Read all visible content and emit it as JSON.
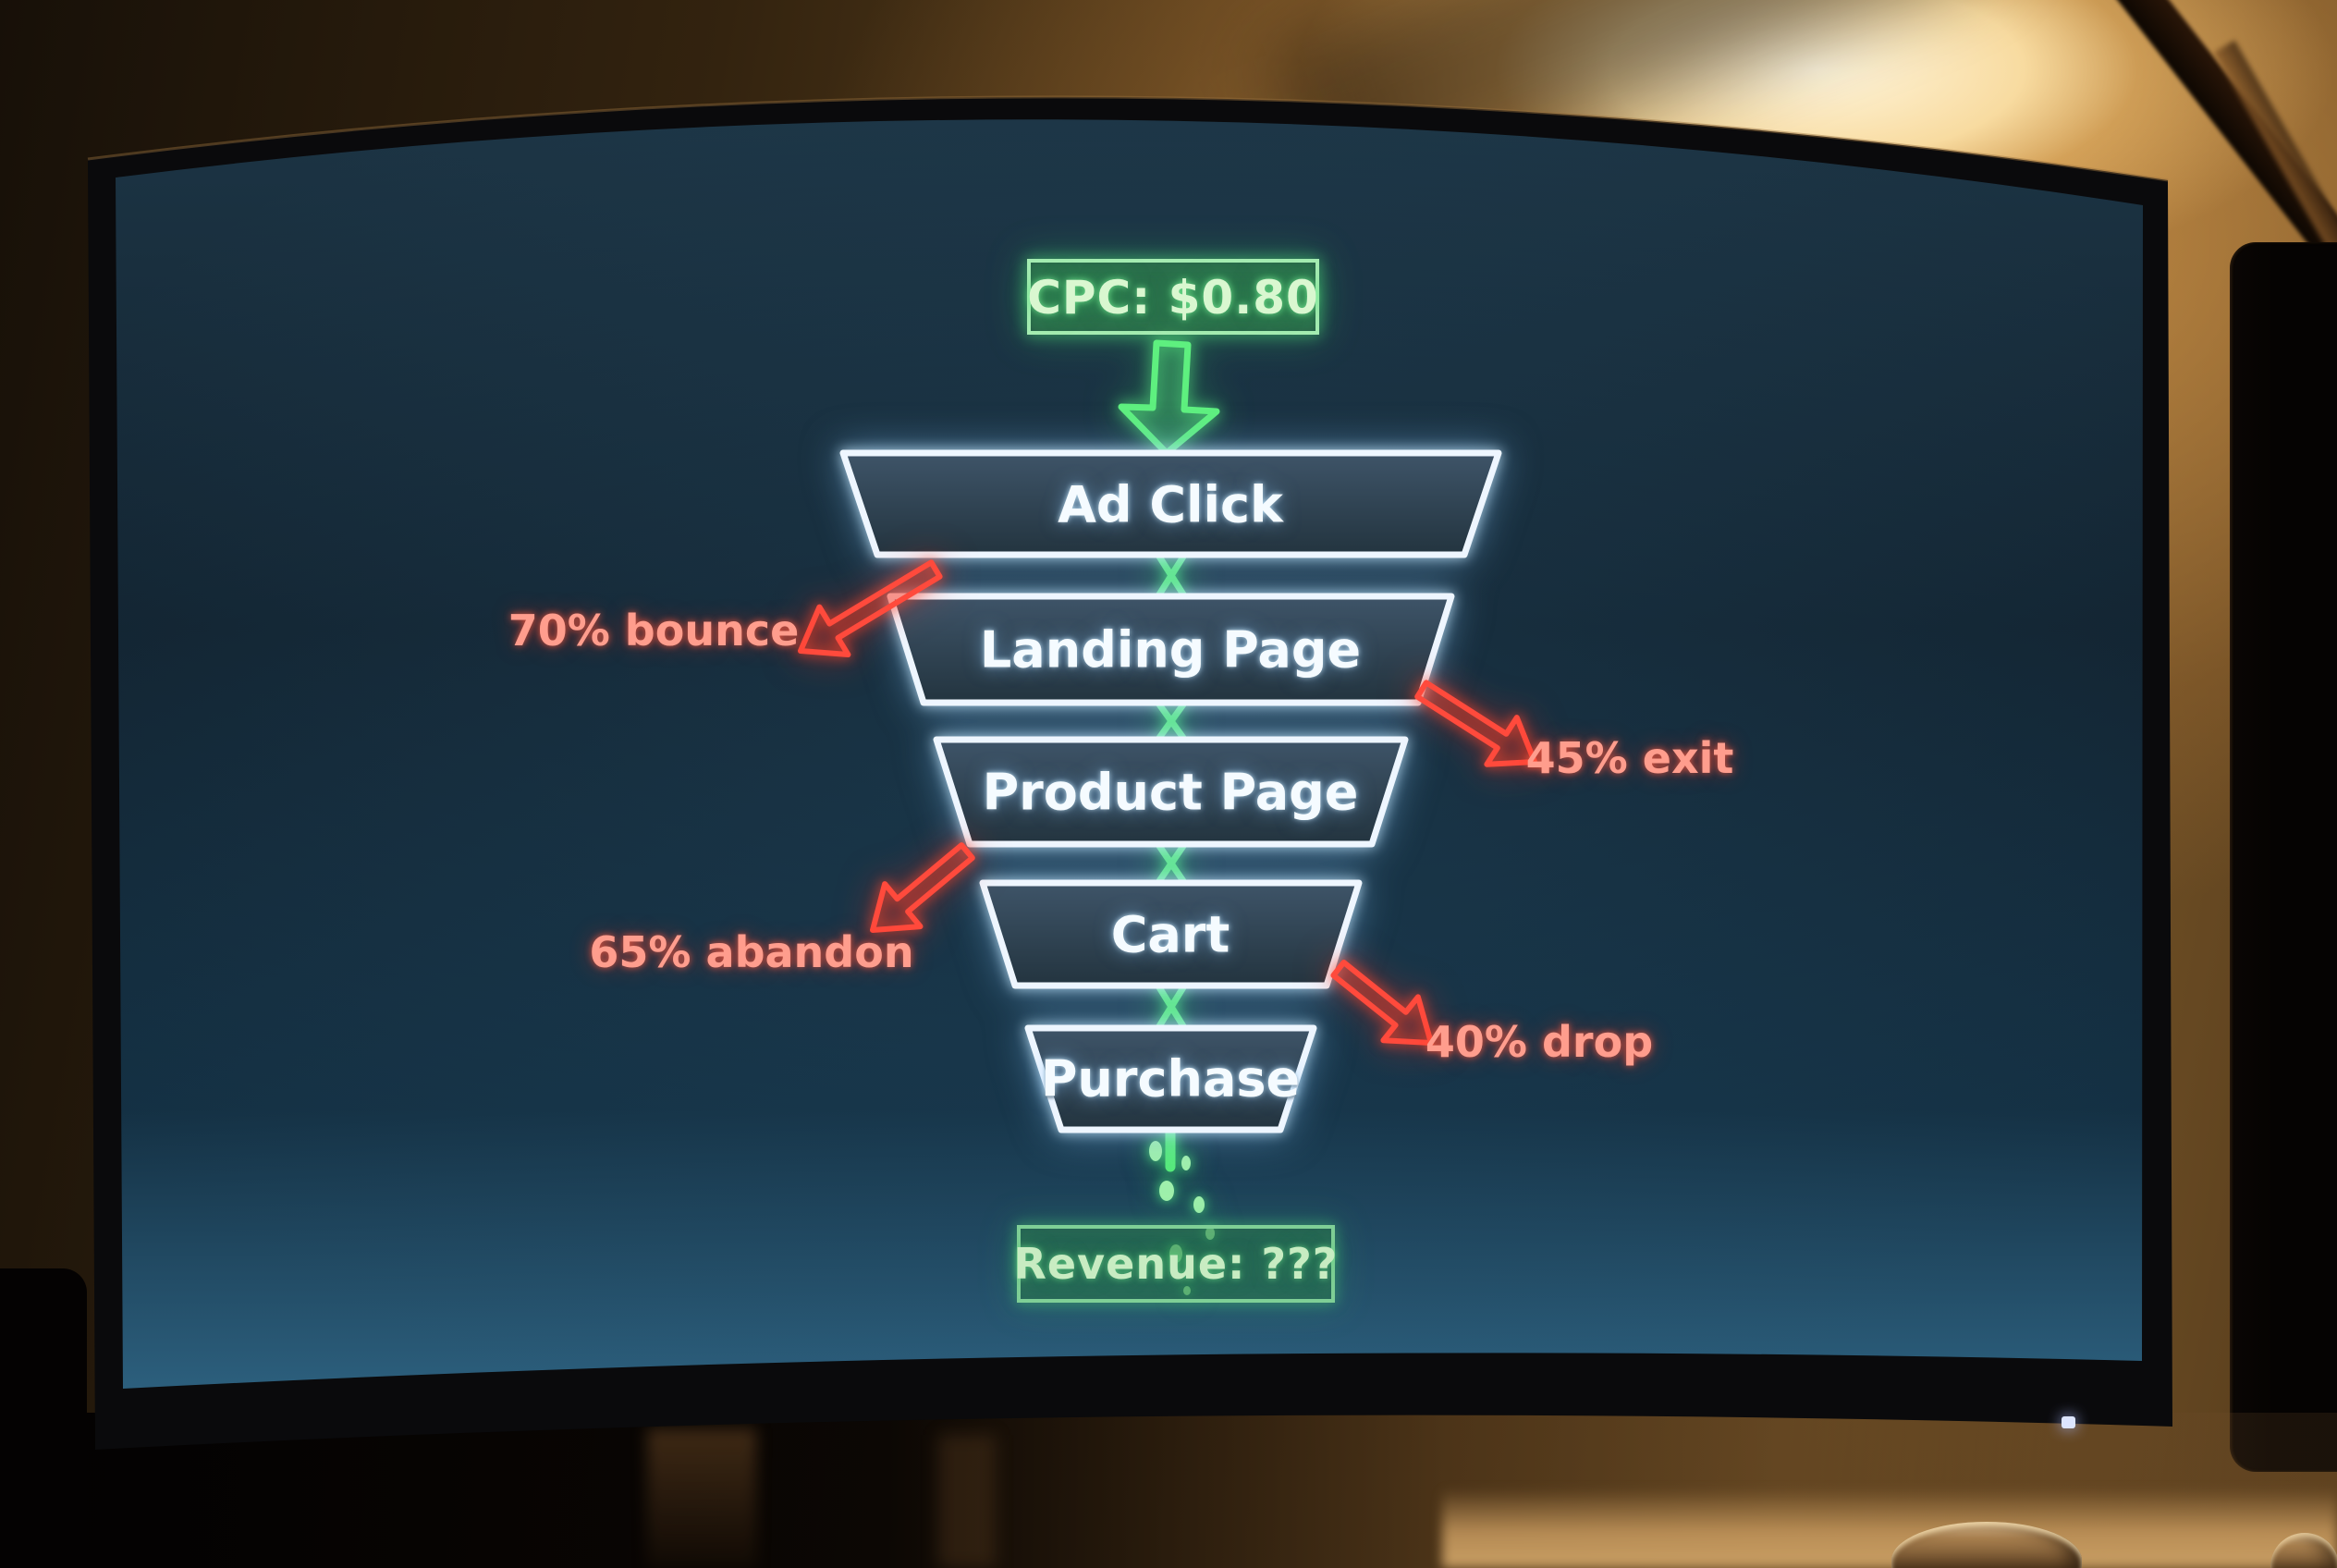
{
  "screen": {
    "cpc": {
      "label": "CPC: $0.80"
    },
    "revenue": {
      "label": "Revenue: ???"
    },
    "funnel": {
      "stages": [
        {
          "label": "Ad Click"
        },
        {
          "label": "Landing Page"
        },
        {
          "label": "Product Page"
        },
        {
          "label": "Cart"
        },
        {
          "label": "Purchase"
        }
      ],
      "drop_labels": [
        {
          "label": "70% bounce",
          "side": "left"
        },
        {
          "label": "45% exit",
          "side": "right"
        },
        {
          "label": "65% abandon",
          "side": "left"
        },
        {
          "label": "40% drop",
          "side": "right"
        }
      ]
    },
    "colors": {
      "neon_green": "#5ef07f",
      "neon_red": "#ff4a3c",
      "neon_white": "#eef6ff",
      "screen_background": "#13242f"
    }
  },
  "chart_data": {
    "type": "funnel",
    "title": "",
    "stages": [
      "Ad Click",
      "Landing Page",
      "Product Page",
      "Cart",
      "Purchase"
    ],
    "cost_per_click_label": "CPC: $0.80",
    "cost_per_click_usd": 0.8,
    "revenue_label": "Revenue: ???",
    "drop_offs": [
      {
        "between": [
          "Ad Click",
          "Landing Page"
        ],
        "label": "70% bounce",
        "value_pct": 70,
        "side": "left"
      },
      {
        "between": [
          "Landing Page",
          "Product Page"
        ],
        "label": "45% exit",
        "value_pct": 45,
        "side": "right"
      },
      {
        "between": [
          "Product Page",
          "Cart"
        ],
        "label": "65% abandon",
        "value_pct": 65,
        "side": "left"
      },
      {
        "between": [
          "Cart",
          "Purchase"
        ],
        "label": "40% drop",
        "value_pct": 40,
        "side": "right"
      }
    ],
    "flow_color": "#5ef07f",
    "loss_color": "#ff4a3c",
    "stage_outline_color": "#eef6ff"
  }
}
